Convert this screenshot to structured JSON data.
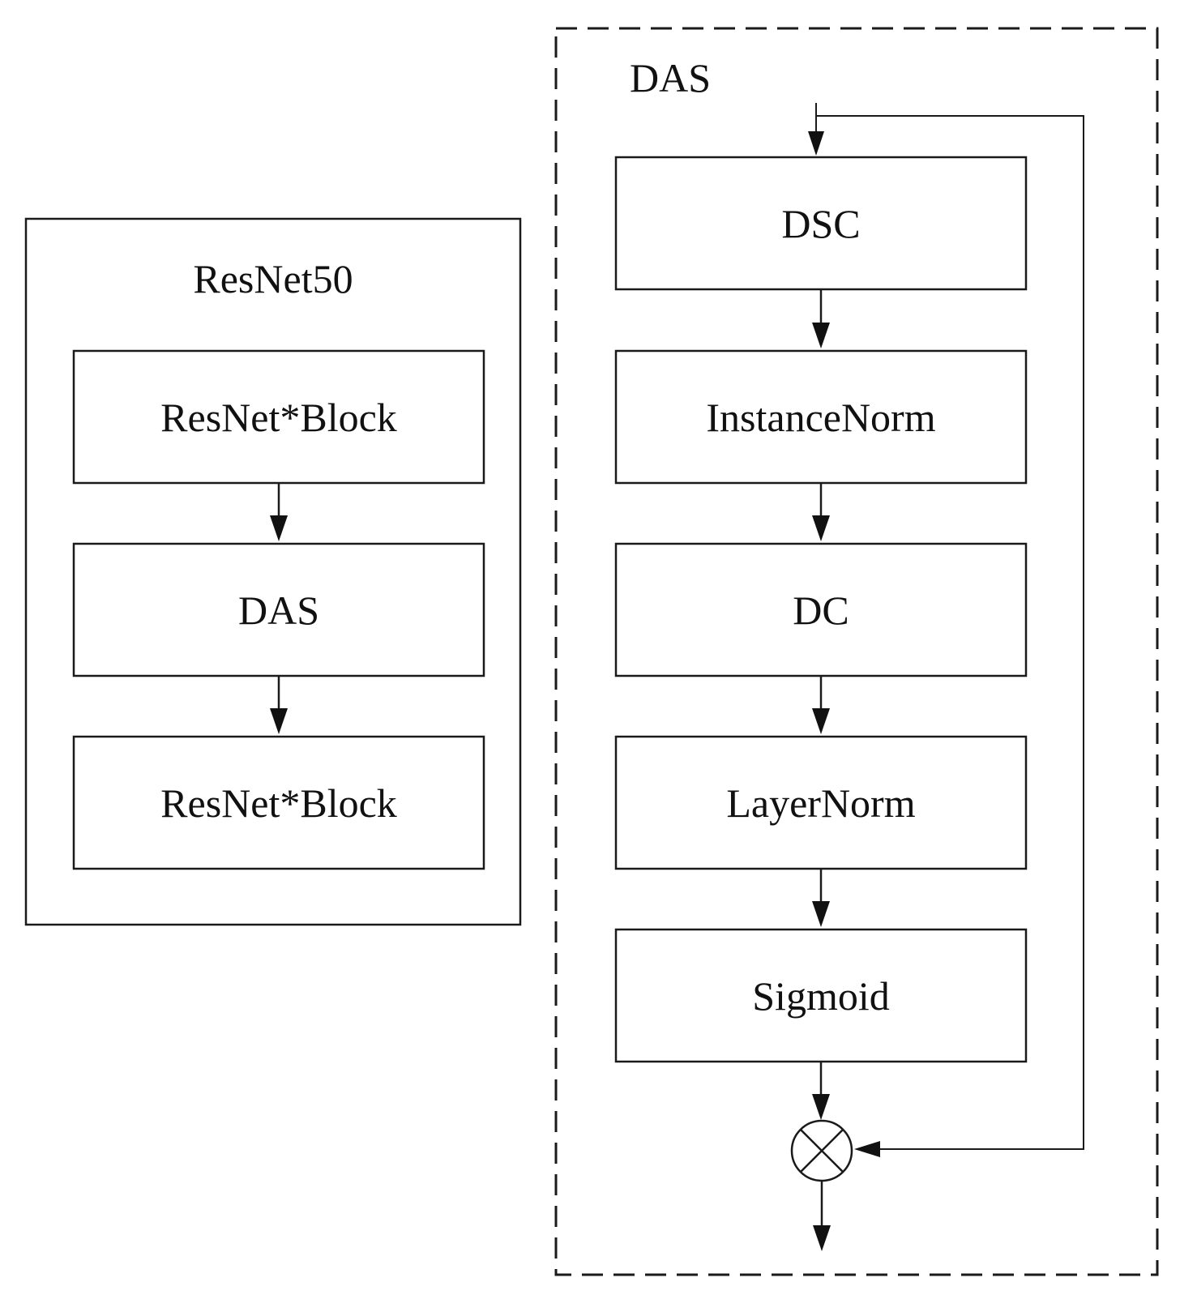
{
  "left_panel": {
    "title": "ResNet50",
    "blocks": [
      "ResNet*Block",
      "DAS",
      "ResNet*Block"
    ]
  },
  "right_panel": {
    "title": "DAS",
    "blocks": [
      "DSC",
      "InstanceNorm",
      "DC",
      "LayerNorm",
      "Sigmoid"
    ],
    "combine_operator": "multiply-circle-icon"
  },
  "colors": {
    "stroke": "#1a1a1a",
    "background": "#ffffff"
  }
}
